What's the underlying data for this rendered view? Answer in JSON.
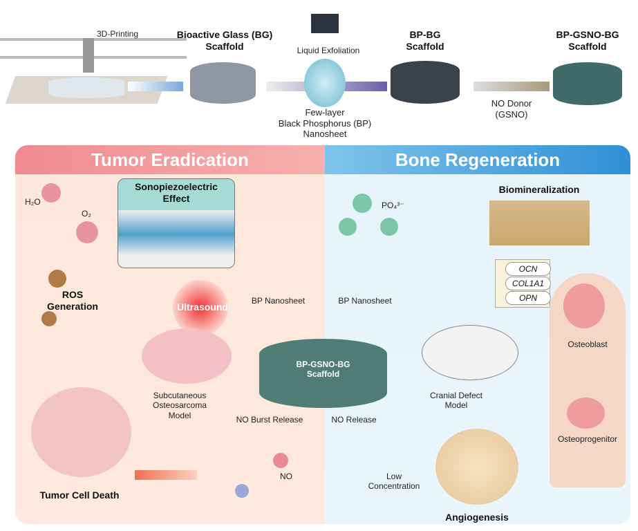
{
  "top": {
    "printing": "3D-Printing",
    "bg_scaffold": "Bioactive Glass (BG)\nScaffold",
    "liquid_exfoliation": "Liquid Exfoliation",
    "bp_sheet": "Few-layer\nBlack Phosphorus (BP)\nNanosheet",
    "bpbg_scaffold": "BP-BG\nScaffold",
    "no_donor": "NO Donor\n(GSNO)",
    "final_scaffold": "BP-GSNO-BG\nScaffold"
  },
  "tumor": {
    "title": "Tumor Eradication",
    "h2o": "H₂O",
    "o2": "O₂",
    "effect": "Sonopiezoelectric\nEffect",
    "ros": "ROS\nGeneration",
    "ultrasound": "Ultrasound",
    "bp_nanosheet": "BP Nanosheet",
    "model": "Subcutaneous\nOsteosarcoma\nModel",
    "burst": "NO Burst Release",
    "no": "NO",
    "death": "Tumor Cell Death"
  },
  "bone": {
    "title": "Bone Regeneration",
    "po4": "PO₄³⁻",
    "biomineralization": "Biomineralization",
    "bp_nanosheet": "BP Nanosheet",
    "genes": [
      "OCN",
      "COL1A1",
      "OPN"
    ],
    "osteoblast": "Osteoblast",
    "model": "Cranial Defect\nModel",
    "no_release": "NO Release",
    "low": "Low\nConcentration",
    "osteoprogenitor": "Osteoprogenitor",
    "angiogenesis": "Angiogenesis"
  },
  "center": {
    "scaffold": "BP-GSNO-BG\nScaffold"
  },
  "colors": {
    "tumor_header": "#f08a90",
    "bone_header": "#2f8fd6",
    "ros": "#b07a45",
    "no_blue": "#9aa8d8",
    "no_pink": "#e88a96"
  }
}
